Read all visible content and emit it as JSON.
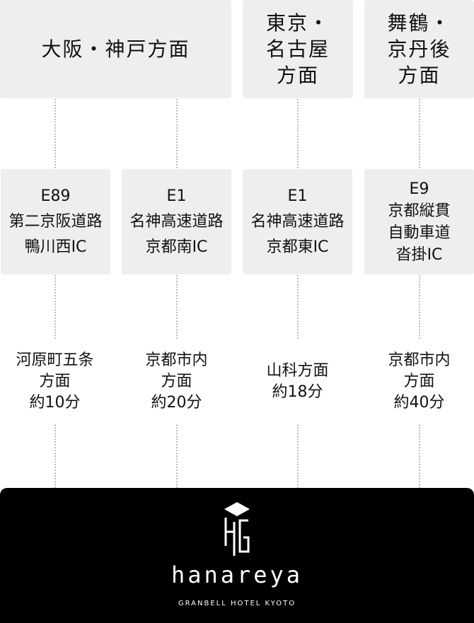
{
  "directions": [
    {
      "lines": [
        "大阪・神戸方面"
      ]
    },
    {
      "lines": [
        "東京・",
        "名古屋",
        "方面"
      ]
    },
    {
      "lines": [
        "舞鶴・",
        "京丹後",
        "方面"
      ]
    }
  ],
  "interchanges": [
    {
      "lines": [
        "E89",
        "第二京阪道路",
        "鴨川西IC"
      ]
    },
    {
      "lines": [
        "E1",
        "名神高速道路",
        "京都南IC"
      ]
    },
    {
      "lines": [
        "E1",
        "名神高速道路",
        "京都東IC"
      ]
    },
    {
      "lines": [
        "E9",
        "京都縦貫",
        "自動車道",
        "沓掛IC"
      ]
    }
  ],
  "times": [
    {
      "lines": [
        "河原町五条",
        "方面",
        "約10分"
      ]
    },
    {
      "lines": [
        "京都市内",
        "方面",
        "約20分"
      ]
    },
    {
      "lines": [
        "山科方面",
        "約18分"
      ]
    },
    {
      "lines": [
        "京都市内",
        "方面",
        "約40分"
      ]
    }
  ],
  "hotel": {
    "logo_icon": "hg-cube-logo-icon",
    "name": "hanareya",
    "subtitle": "GRANBELL HOTEL KYOTO"
  }
}
